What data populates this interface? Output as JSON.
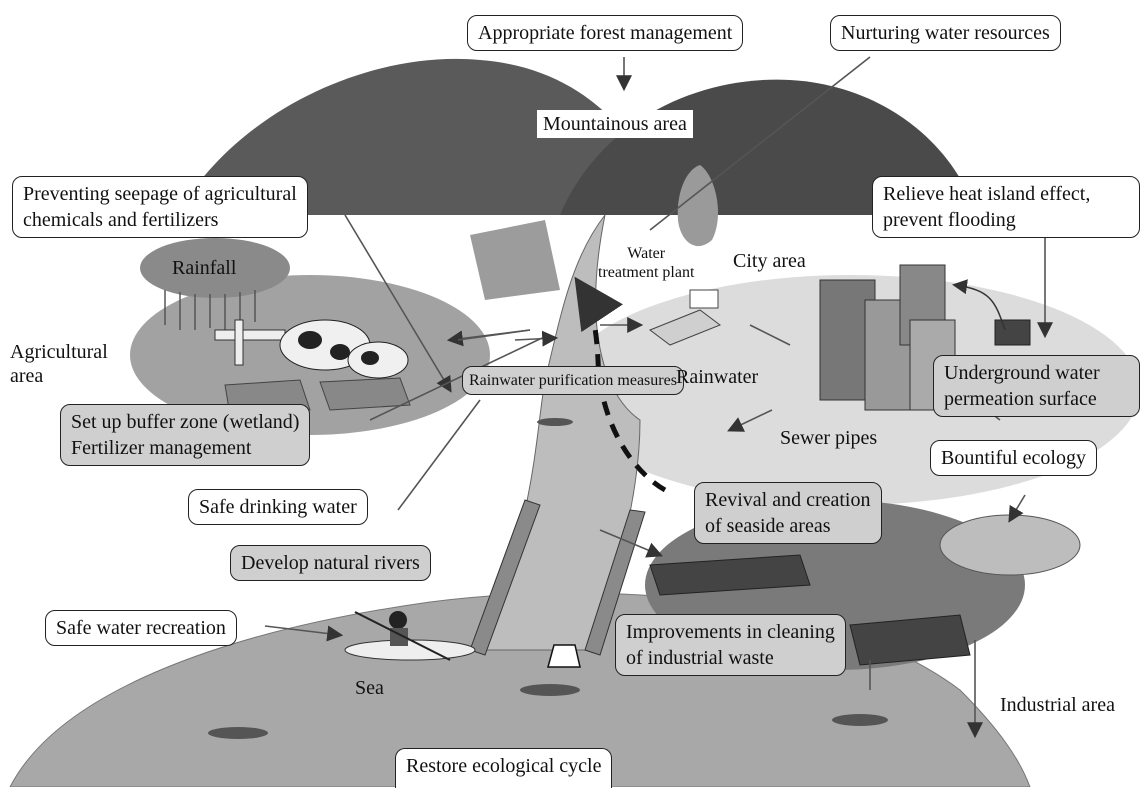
{
  "boxes": {
    "forest": "Appropriate forest management",
    "nurturing": "Nurturing water resources",
    "seepage_line1": "Preventing seepage of agricultural",
    "seepage_line2": "chemicals and fertilizers",
    "heat_line1": "Relieve heat island effect,",
    "heat_line2": "prevent flooding",
    "buffer_line1": "Set up buffer zone (wetland)",
    "buffer_line2": "Fertilizer management",
    "rain_purify": "Rainwater purification measures",
    "underground_line1": "Underground water",
    "underground_line2": "permeation surface",
    "bountiful": "Bountiful ecology",
    "drinking": "Safe drinking water",
    "seaside_line1": "Revival and creation",
    "seaside_line2": "of seaside areas",
    "rivers": "Develop natural rivers",
    "recreation": "Safe water recreation",
    "industrial_line1": "Improvements in cleaning",
    "industrial_line2": "of industrial waste",
    "restore": "Restore ecological cycle"
  },
  "labels": {
    "mountain": "Mountainous area",
    "rainfall": "Rainfall",
    "agri_line1": "Agricultural",
    "agri_line2": "area",
    "water_plant_line1": "Water",
    "water_plant_line2": "treatment plant",
    "city": "City area",
    "rainwater": "Rainwater",
    "sewer": "Sewer pipes",
    "sea": "Sea",
    "industrial_area": "Industrial area"
  }
}
